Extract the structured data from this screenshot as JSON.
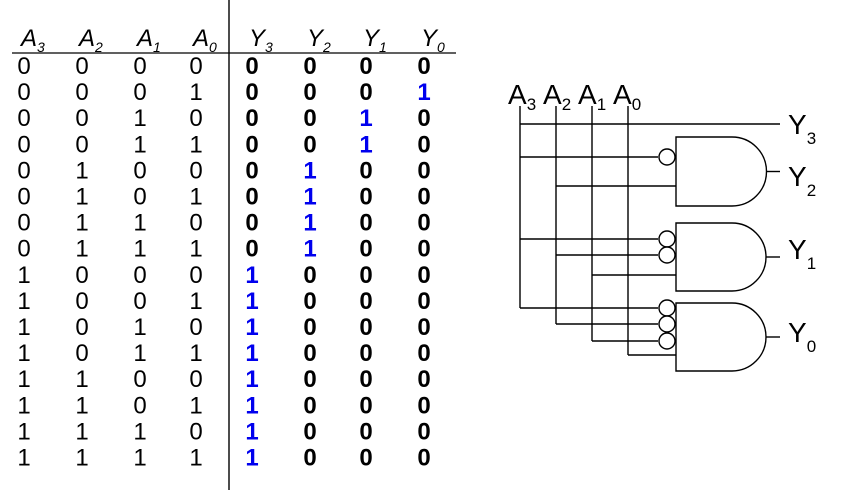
{
  "truth_table": {
    "inputs": [
      {
        "letter": "A",
        "sub": "3"
      },
      {
        "letter": "A",
        "sub": "2"
      },
      {
        "letter": "A",
        "sub": "1"
      },
      {
        "letter": "A",
        "sub": "0"
      }
    ],
    "outputs": [
      {
        "letter": "Y",
        "sub": "3"
      },
      {
        "letter": "Y",
        "sub": "2"
      },
      {
        "letter": "Y",
        "sub": "1"
      },
      {
        "letter": "Y",
        "sub": "0"
      }
    ],
    "rows": [
      {
        "in": [
          "0",
          "0",
          "0",
          "0"
        ],
        "out": [
          "0",
          "0",
          "0",
          "0"
        ]
      },
      {
        "in": [
          "0",
          "0",
          "0",
          "1"
        ],
        "out": [
          "0",
          "0",
          "0",
          "1"
        ]
      },
      {
        "in": [
          "0",
          "0",
          "1",
          "0"
        ],
        "out": [
          "0",
          "0",
          "1",
          "0"
        ]
      },
      {
        "in": [
          "0",
          "0",
          "1",
          "1"
        ],
        "out": [
          "0",
          "0",
          "1",
          "0"
        ]
      },
      {
        "in": [
          "0",
          "1",
          "0",
          "0"
        ],
        "out": [
          "0",
          "1",
          "0",
          "0"
        ]
      },
      {
        "in": [
          "0",
          "1",
          "0",
          "1"
        ],
        "out": [
          "0",
          "1",
          "0",
          "0"
        ]
      },
      {
        "in": [
          "0",
          "1",
          "1",
          "0"
        ],
        "out": [
          "0",
          "1",
          "0",
          "0"
        ]
      },
      {
        "in": [
          "0",
          "1",
          "1",
          "1"
        ],
        "out": [
          "0",
          "1",
          "0",
          "0"
        ]
      },
      {
        "in": [
          "1",
          "0",
          "0",
          "0"
        ],
        "out": [
          "1",
          "0",
          "0",
          "0"
        ]
      },
      {
        "in": [
          "1",
          "0",
          "0",
          "1"
        ],
        "out": [
          "1",
          "0",
          "0",
          "0"
        ]
      },
      {
        "in": [
          "1",
          "0",
          "1",
          "0"
        ],
        "out": [
          "1",
          "0",
          "0",
          "0"
        ]
      },
      {
        "in": [
          "1",
          "0",
          "1",
          "1"
        ],
        "out": [
          "1",
          "0",
          "0",
          "0"
        ]
      },
      {
        "in": [
          "1",
          "1",
          "0",
          "0"
        ],
        "out": [
          "1",
          "0",
          "0",
          "0"
        ]
      },
      {
        "in": [
          "1",
          "1",
          "0",
          "1"
        ],
        "out": [
          "1",
          "0",
          "0",
          "0"
        ]
      },
      {
        "in": [
          "1",
          "1",
          "1",
          "0"
        ],
        "out": [
          "1",
          "0",
          "0",
          "0"
        ]
      },
      {
        "in": [
          "1",
          "1",
          "1",
          "1"
        ],
        "out": [
          "1",
          "0",
          "0",
          "0"
        ]
      }
    ],
    "colors": {
      "text": "#000000",
      "highlight": "#0000ee"
    }
  },
  "circuit": {
    "input_labels": [
      {
        "letter": "A",
        "sub": "3"
      },
      {
        "letter": "A",
        "sub": "2"
      },
      {
        "letter": "A",
        "sub": "1"
      },
      {
        "letter": "A",
        "sub": "0"
      }
    ],
    "output_labels": [
      {
        "letter": "Y",
        "sub": "3"
      },
      {
        "letter": "Y",
        "sub": "2"
      },
      {
        "letter": "Y",
        "sub": "1"
      },
      {
        "letter": "Y",
        "sub": "0"
      }
    ]
  }
}
